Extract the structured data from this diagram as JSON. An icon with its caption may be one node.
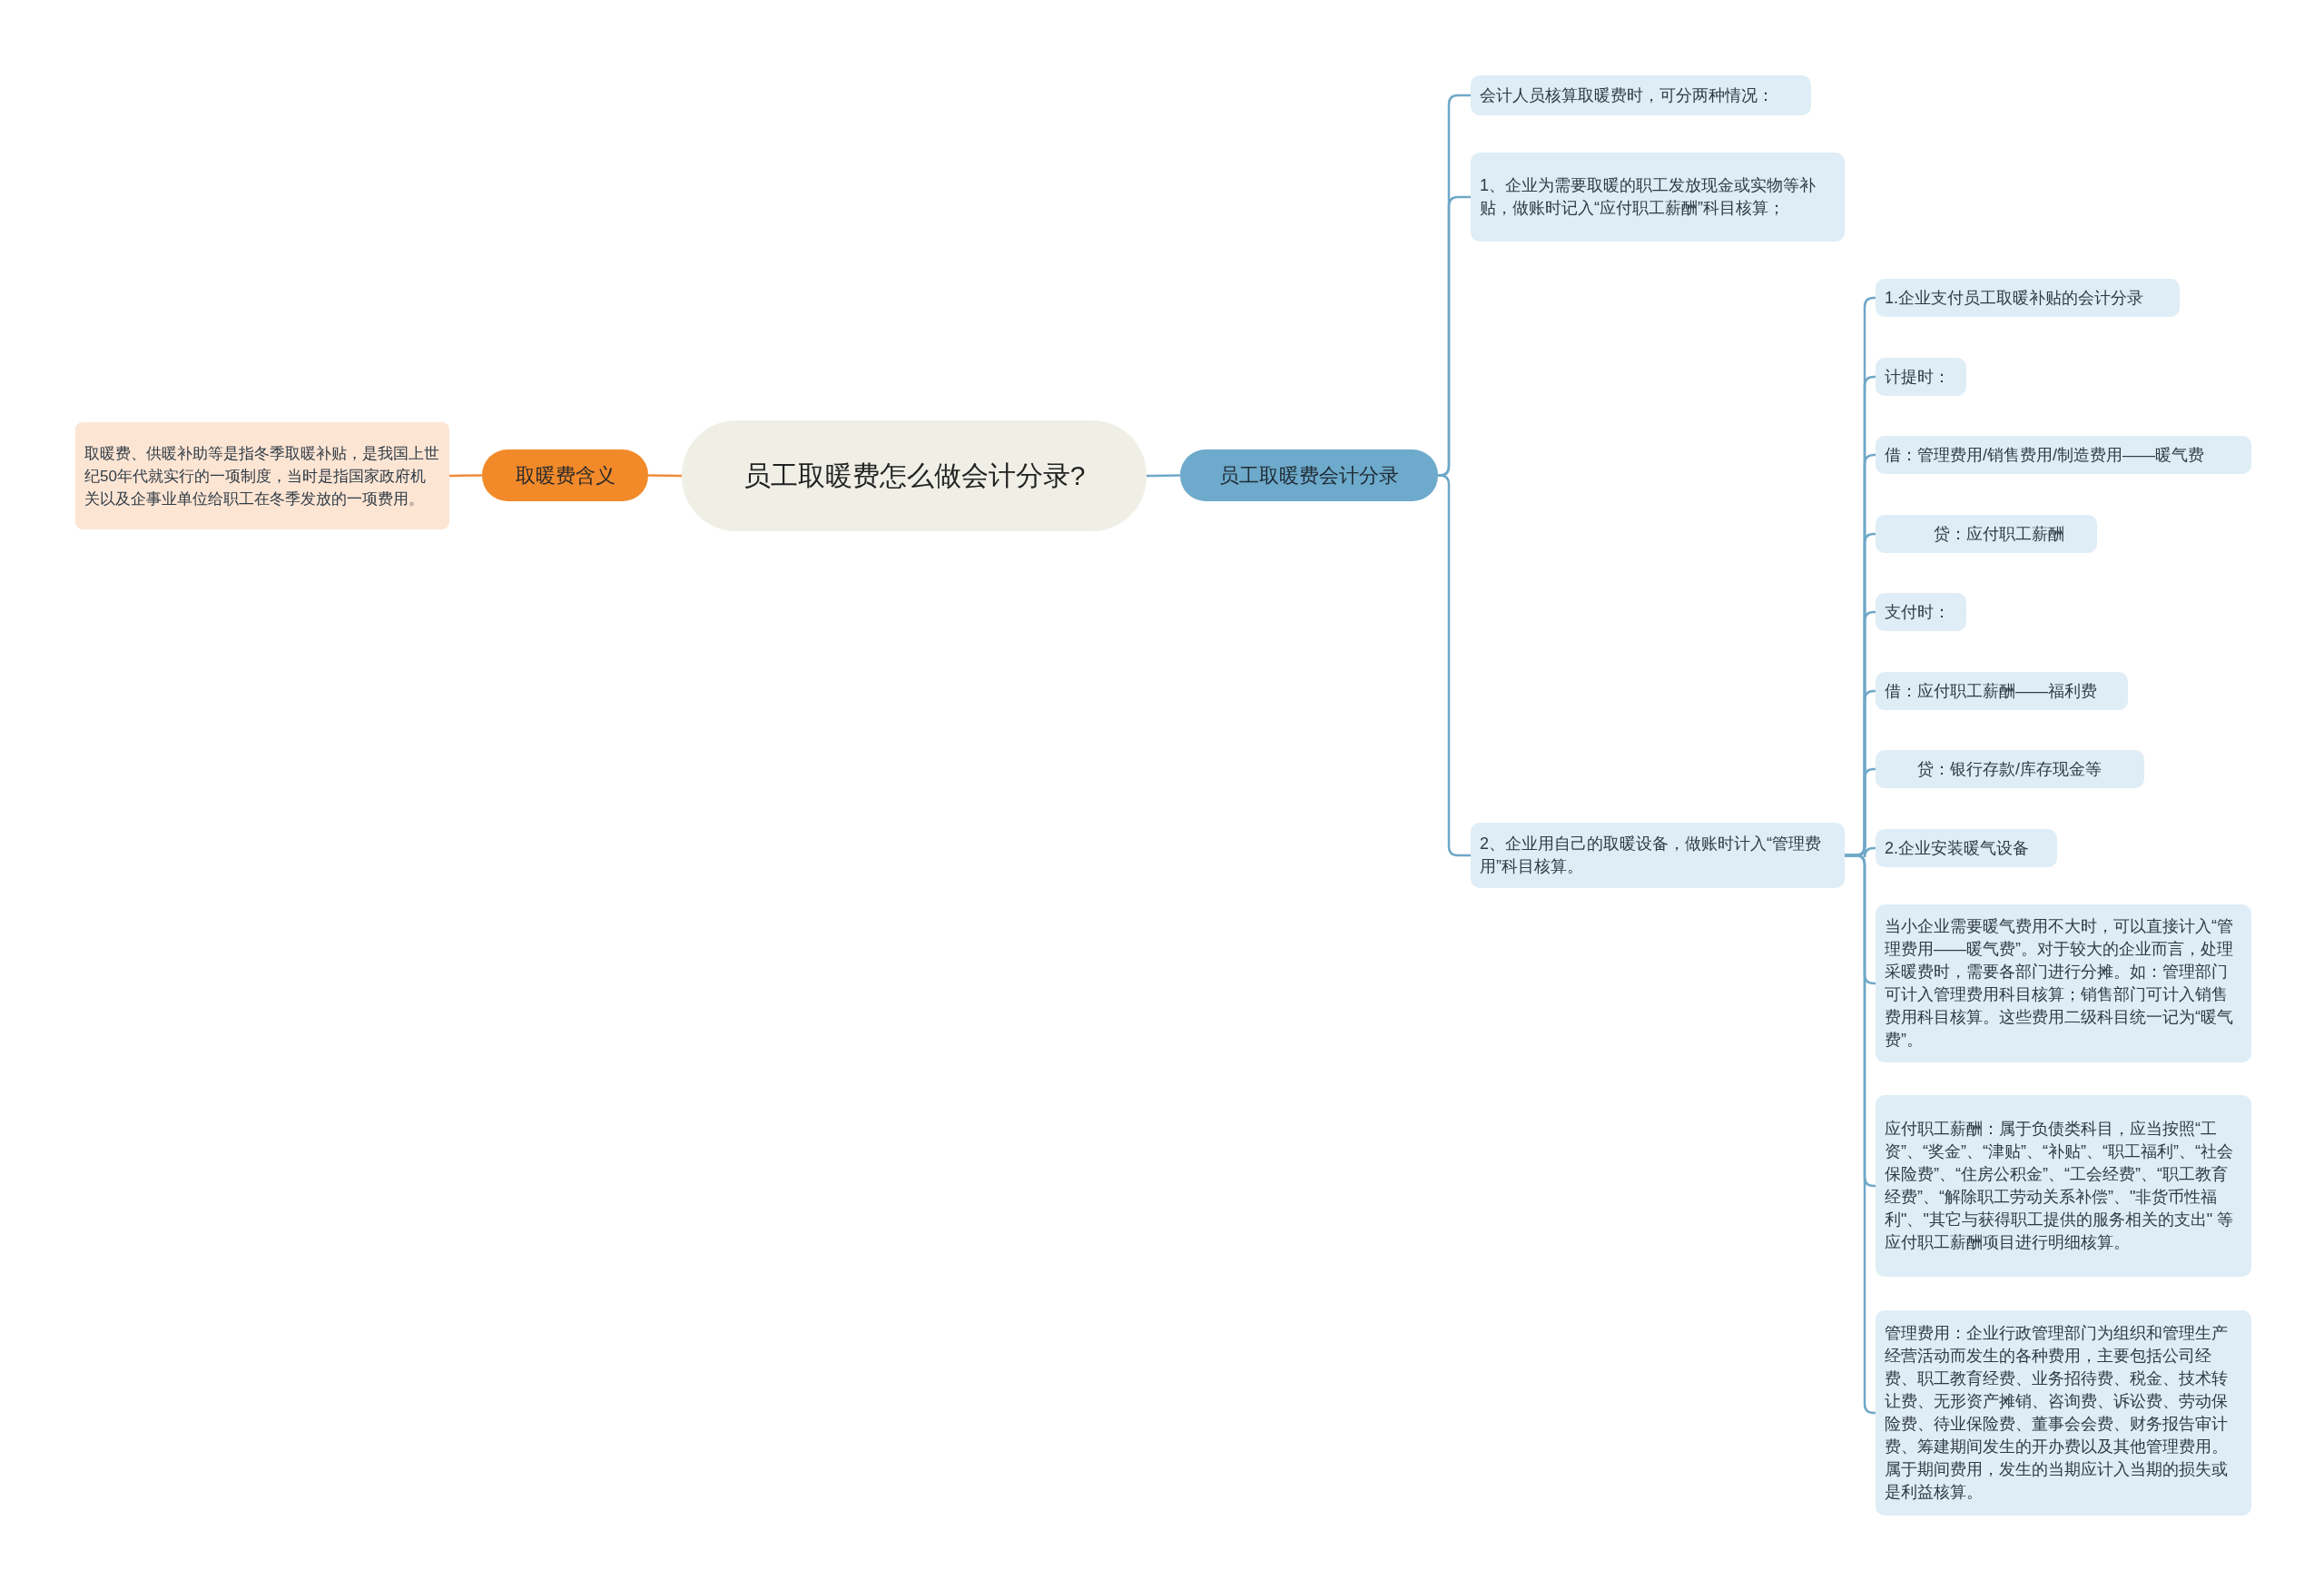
{
  "diagram": {
    "nodes": [
      {
        "text": [
          "员工取暖费怎么做会计分录?"
        ]
      },
      {
        "text": [
          "取暖费含义"
        ]
      },
      {
        "text": [
          "取暖费、供暖补助等是指冬季取暖补贴，是我国上世纪50年代就实行的一项制度，当时是指国家政府机关以及企事业单位给职工在冬季发放的一项费用。"
        ]
      },
      {
        "text": [
          "员工取暖费会计分录"
        ]
      },
      {
        "text": [
          "会计人员核算取暖费时，可分两种情况："
        ]
      },
      {
        "text": [
          "1、企业为需要取暖的职工发放现金或实物等补贴，做账时记入“应付职工薪酬”科目核算；"
        ]
      },
      {
        "text": [
          "2、企业用自己的取暖设备，做账时计入“管理费用”科目核算。"
        ]
      },
      {
        "text": [
          "1.企业支付员工取暖补贴的会计分录"
        ]
      },
      {
        "text": [
          "计提时："
        ]
      },
      {
        "text": [
          "借：管理费用/销售费用/制造费用——暖气费"
        ]
      },
      {
        "text": [
          "贷：应付职工薪酬"
        ]
      },
      {
        "text": [
          "支付时："
        ]
      },
      {
        "text": [
          "借：应付职工薪酬——福利费"
        ]
      },
      {
        "text": [
          "贷：银行存款/库存现金等"
        ]
      },
      {
        "text": [
          "2.企业安装暖气设备"
        ]
      },
      {
        "text": [
          "当小企业需要暖气费用不大时，可以直接计入“管理费用——暖气费”。对于较大的企业而言，处理采暖费时，需要各部门进行分摊。如：管理部门可计入管理费用科目核算；销售部门可计入销售费用科目核算。这些费用二级科目统一记为“暖气费”。"
        ]
      },
      {
        "text": [
          "应付职工薪酬：属于负债类科目，应当按照“工资”、“奖金”、“津贴”、“补贴”、“职工福利”、“社会保险费”、“住房公积金”、“工会经费”、“职工教育经费”、“解除职工劳动关系补偿”、\"非货币性福利\"、\"其它与获得职工提供的服务相关的支出\" 等应付职工薪酬项目进行明细核算。"
        ]
      },
      {
        "text": [
          "管理费用：企业行政管理部门为组织和管理生产经营活动而发生的各种费用，主要包括公司经费、职工教育经费、业务招待费、税金、技术转让费、无形资产摊销、咨询费、诉讼费、劳动保险费、待业保险费、董事会会费、财务报告审计费、筹建期间发生的开办费以及其他管理费用。属于期间费用，发生的当期应计入当期的损失或是利益核算。"
        ]
      }
    ],
    "edges": [
      {
        "from": 0,
        "to": 1,
        "arrow": "none",
        "color": "#ef8c3a"
      },
      {
        "from": 1,
        "to": 2,
        "arrow": "none",
        "color": "#ef8c3a"
      },
      {
        "from": 0,
        "to": 3,
        "arrow": "none"
      },
      {
        "from": 3,
        "to": 4,
        "arrow": "none"
      },
      {
        "from": 3,
        "to": 5,
        "arrow": "none"
      },
      {
        "from": 3,
        "to": 6,
        "arrow": "none"
      },
      {
        "from": 6,
        "to": 7,
        "arrow": "none"
      },
      {
        "from": 6,
        "to": 8,
        "arrow": "none"
      },
      {
        "from": 6,
        "to": 9,
        "arrow": "none"
      },
      {
        "from": 6,
        "to": 10,
        "arrow": "none"
      },
      {
        "from": 6,
        "to": 11,
        "arrow": "none"
      },
      {
        "from": 6,
        "to": 12,
        "arrow": "none"
      },
      {
        "from": 6,
        "to": 13,
        "arrow": "none"
      },
      {
        "from": 6,
        "to": 14,
        "arrow": "none"
      },
      {
        "from": 6,
        "to": 15,
        "arrow": "none"
      },
      {
        "from": 6,
        "to": 16,
        "arrow": "none"
      },
      {
        "from": 6,
        "to": 17,
        "arrow": "none"
      }
    ]
  }
}
